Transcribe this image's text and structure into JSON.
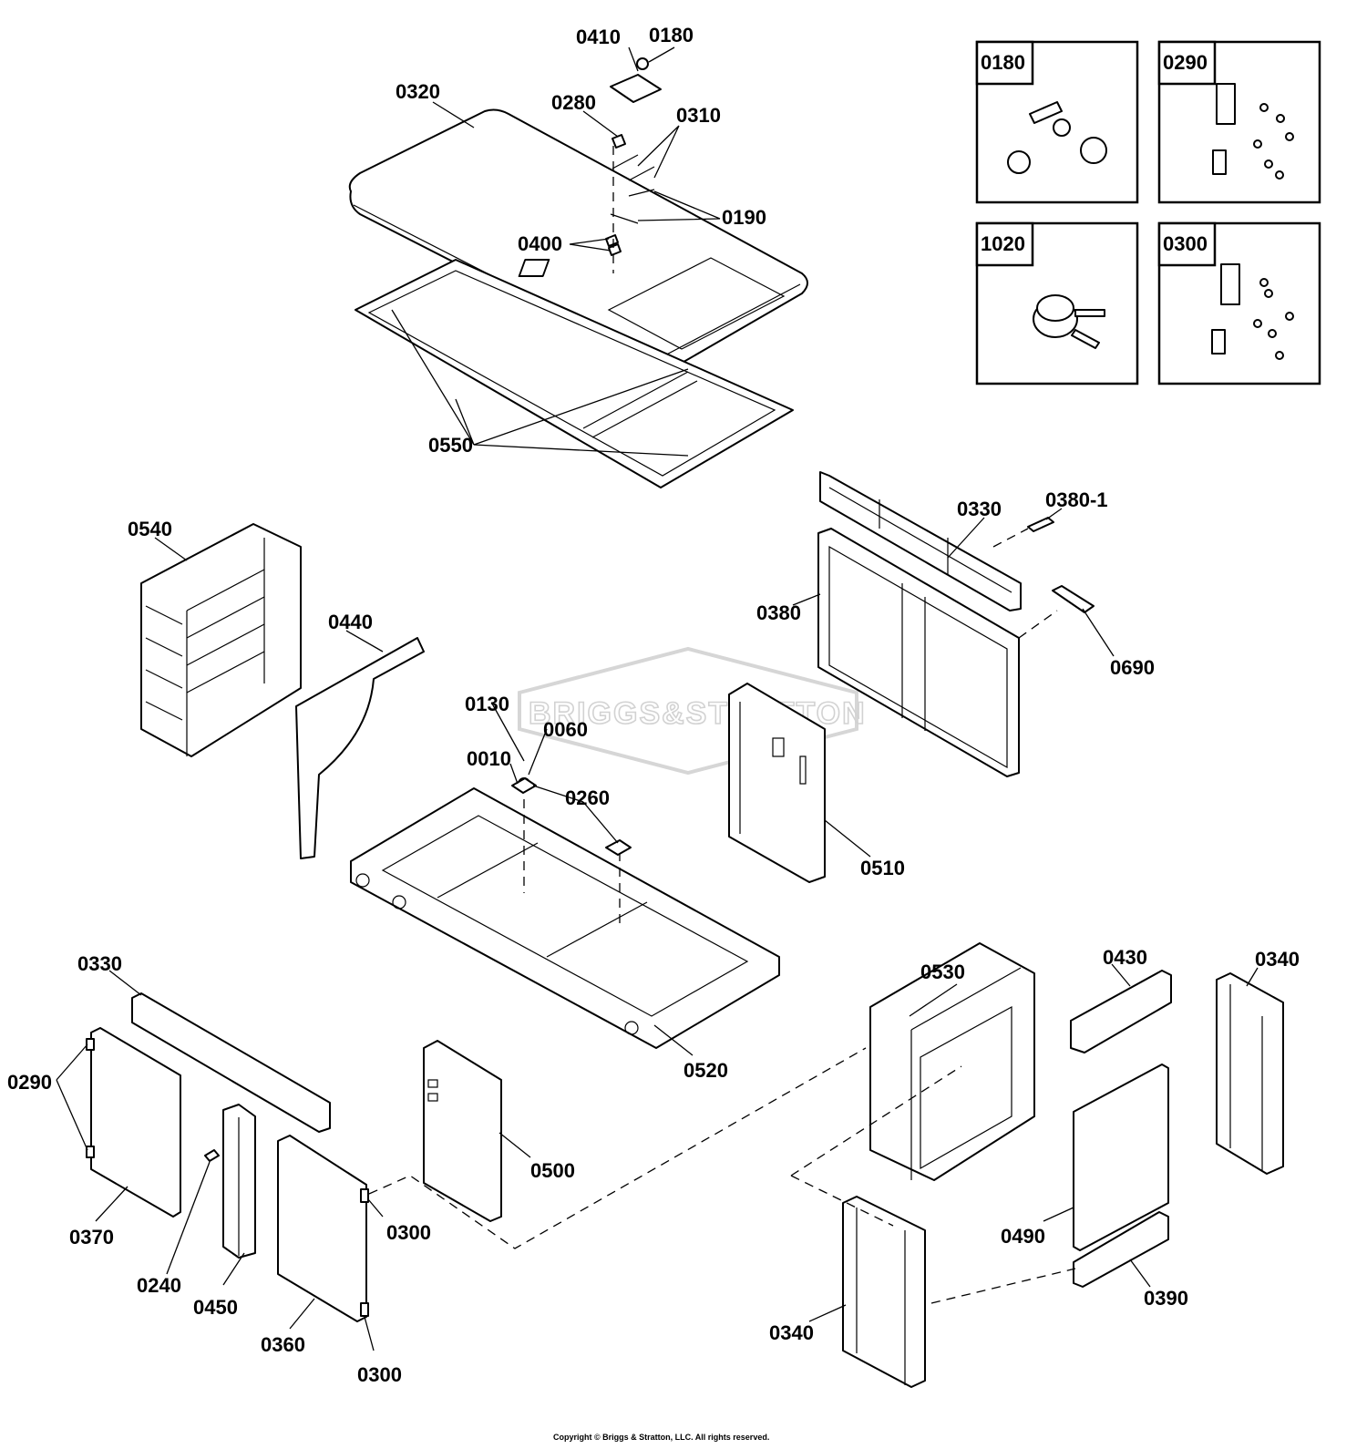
{
  "watermark": "BRIGGS&STRATTON",
  "copyright": "Copyright © Briggs & Stratton, LLC. All rights reserved.",
  "callouts": {
    "c0410": "0410",
    "c0180": "0180",
    "c0320": "0320",
    "c0280": "0280",
    "c0310": "0310",
    "c0190": "0190",
    "c0400": "0400",
    "c0550": "0550",
    "c0540": "0540",
    "c0440": "0440",
    "c0330a": "0330",
    "c0380_1": "0380-1",
    "c0380": "0380",
    "c0690": "0690",
    "c0130": "0130",
    "c0060": "0060",
    "c0010": "0010",
    "c0260": "0260",
    "c0510": "0510",
    "c0520": "0520",
    "c0330b": "0330",
    "c0290": "0290",
    "c0370": "0370",
    "c0240": "0240",
    "c0450": "0450",
    "c0360": "0360",
    "c0300a": "0300",
    "c0300b": "0300",
    "c0500": "0500",
    "c0530": "0530",
    "c0430": "0430",
    "c0340a": "0340",
    "c0490": "0490",
    "c0390": "0390",
    "c0340b": "0340"
  },
  "detail_boxes": [
    "0180",
    "0290",
    "1020",
    "0300"
  ]
}
